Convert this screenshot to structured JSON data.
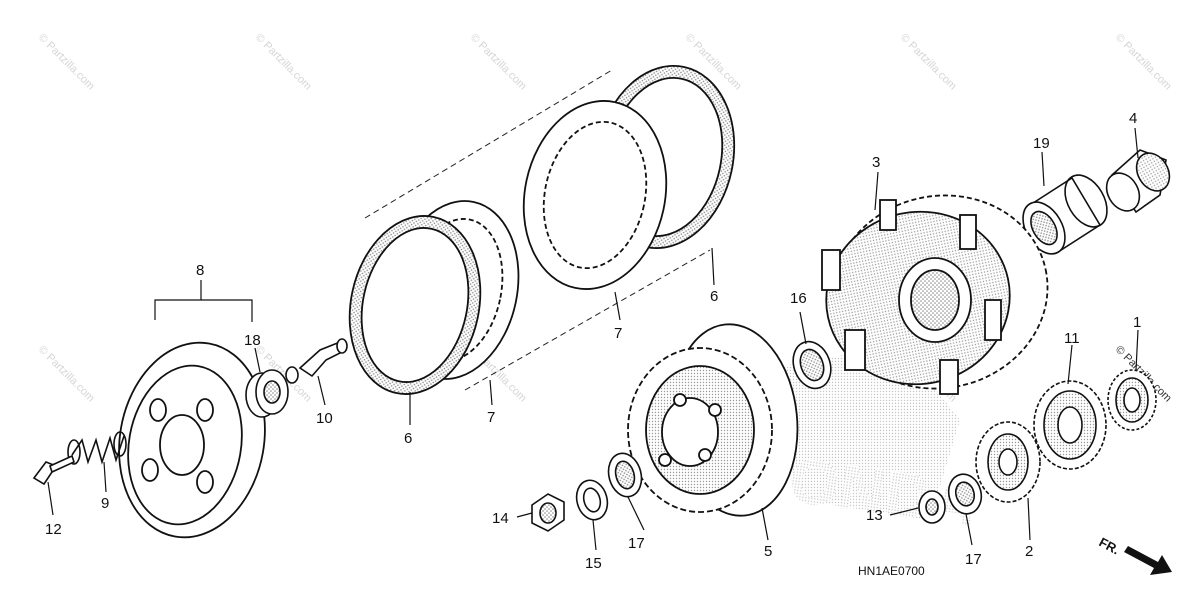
{
  "diagram_code": "HN1AE0700",
  "direction_label": "FR.",
  "watermark": "© Partzilla.com",
  "callouts": [
    {
      "id": "c1",
      "text": "1"
    },
    {
      "id": "c2",
      "text": "2"
    },
    {
      "id": "c3",
      "text": "3"
    },
    {
      "id": "c4",
      "text": "4"
    },
    {
      "id": "c5",
      "text": "5"
    },
    {
      "id": "c6a",
      "text": "6"
    },
    {
      "id": "c6b",
      "text": "6"
    },
    {
      "id": "c7a",
      "text": "7"
    },
    {
      "id": "c7b",
      "text": "7"
    },
    {
      "id": "c8",
      "text": "8"
    },
    {
      "id": "c9",
      "text": "9"
    },
    {
      "id": "c10",
      "text": "10"
    },
    {
      "id": "c11",
      "text": "11"
    },
    {
      "id": "c12",
      "text": "12"
    },
    {
      "id": "c13",
      "text": "13"
    },
    {
      "id": "c14",
      "text": "14"
    },
    {
      "id": "c15",
      "text": "15"
    },
    {
      "id": "c16",
      "text": "16"
    },
    {
      "id": "c17a",
      "text": "17"
    },
    {
      "id": "c17b",
      "text": "17"
    },
    {
      "id": "c18",
      "text": "18"
    },
    {
      "id": "c19",
      "text": "19"
    }
  ]
}
